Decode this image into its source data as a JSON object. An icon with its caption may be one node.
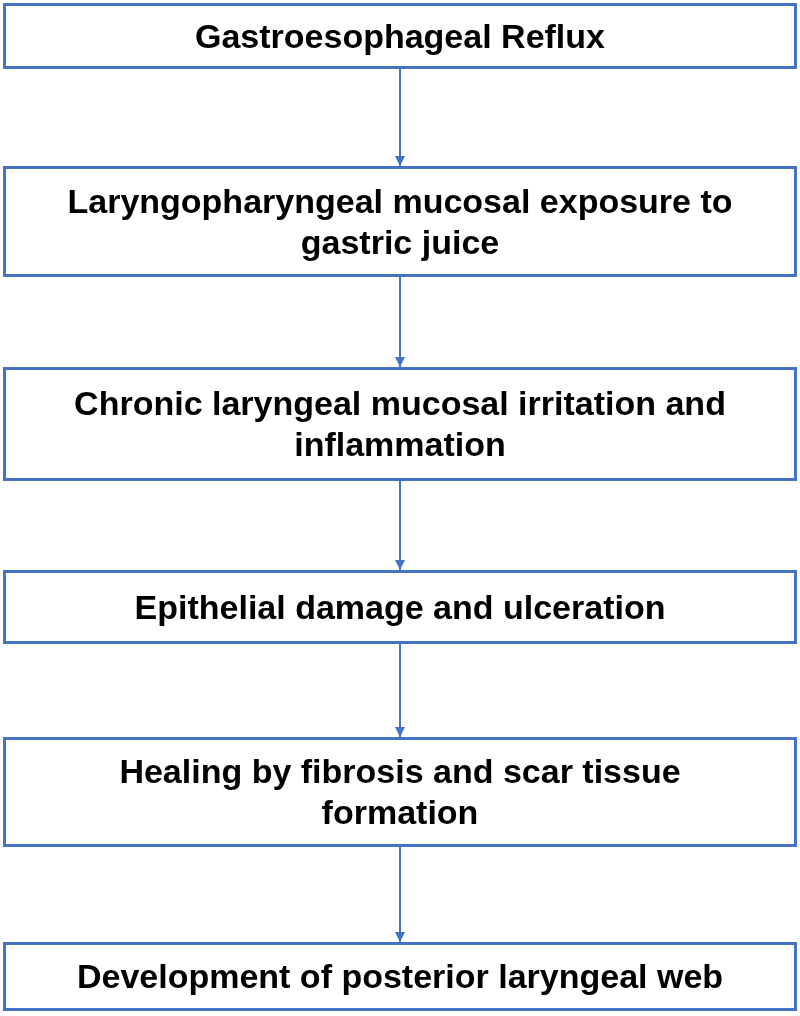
{
  "diagram": {
    "nodes": [
      {
        "text": [
          "Gastroesophageal Reflux"
        ]
      },
      {
        "text": [
          "Laryngopharyngeal mucosal exposure to gastric juice"
        ]
      },
      {
        "text": [
          "Chronic laryngeal mucosal irritation and inflammation"
        ]
      },
      {
        "text": [
          "Epithelial damage and ulceration"
        ]
      },
      {
        "text": [
          "Healing by fibrosis and scar tissue formation"
        ]
      },
      {
        "text": [
          "Development of posterior laryngeal web"
        ]
      }
    ],
    "edges": [
      {
        "from": 0,
        "to": 1,
        "arrow": "to"
      },
      {
        "from": 1,
        "to": 2,
        "arrow": "to"
      },
      {
        "from": 2,
        "to": 3,
        "arrow": "to"
      },
      {
        "from": 3,
        "to": 4,
        "arrow": "to"
      },
      {
        "from": 4,
        "to": 5,
        "arrow": "to"
      }
    ]
  }
}
